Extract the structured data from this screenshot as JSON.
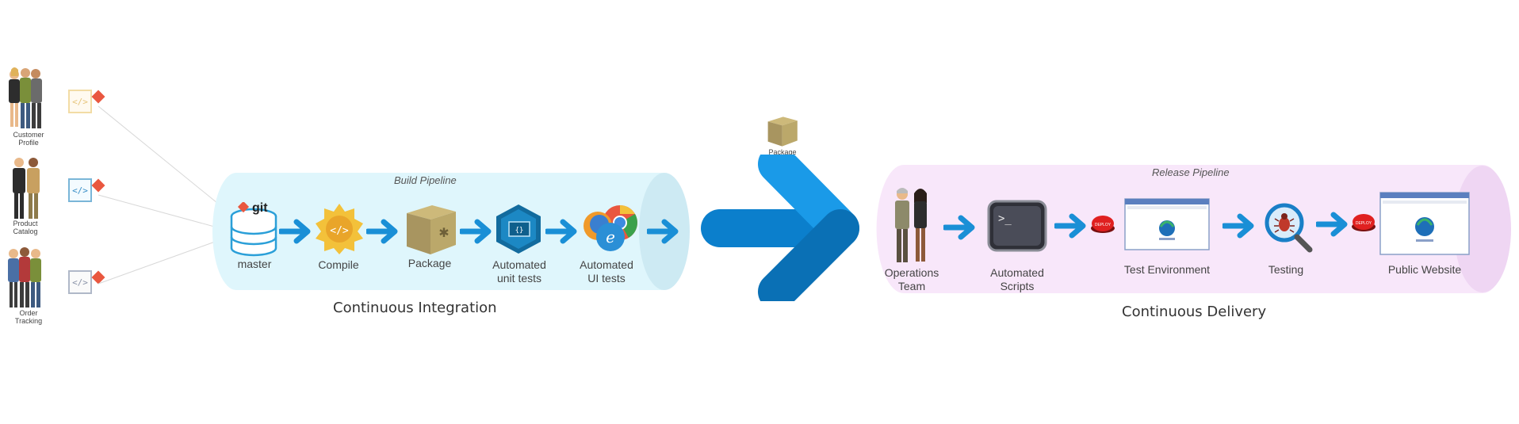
{
  "teams": [
    {
      "name": "Customer\nProfile",
      "line1": "Customer",
      "line2": "Profile"
    },
    {
      "name": "Product\nCatalog",
      "line1": "Product",
      "line2": "Catalog"
    },
    {
      "name": "Order\nTracking",
      "line1": "Order",
      "line2": "Tracking"
    }
  ],
  "build": {
    "title": "Build Pipeline",
    "git_label": "git",
    "stages": [
      {
        "l1": "master",
        "l2": ""
      },
      {
        "l1": "Compile",
        "l2": ""
      },
      {
        "l1": "Package",
        "l2": ""
      },
      {
        "l1": "Automated",
        "l2": "unit tests"
      },
      {
        "l1": "Automated",
        "l2": "UI tests"
      }
    ],
    "section_label": "Continuous Integration"
  },
  "handoff": {
    "package_label": "Package"
  },
  "release": {
    "title": "Release Pipeline",
    "stages": [
      {
        "l1": "Operations",
        "l2": "Team"
      },
      {
        "l1": "Automated",
        "l2": "Scripts"
      },
      {
        "l1": "Test Environment",
        "l2": ""
      },
      {
        "l1": "Testing",
        "l2": ""
      },
      {
        "l1": "Public Website",
        "l2": ""
      }
    ],
    "section_label": "Continuous Delivery",
    "deploy_badge": "DEPLOY"
  },
  "colors": {
    "build_pipe": "#dff6fc",
    "release_pipe": "#f8e7fa",
    "arrow_blue": "#1a8fd6",
    "big_arrow": "#0b7fcc",
    "git_red": "#e9573f"
  }
}
